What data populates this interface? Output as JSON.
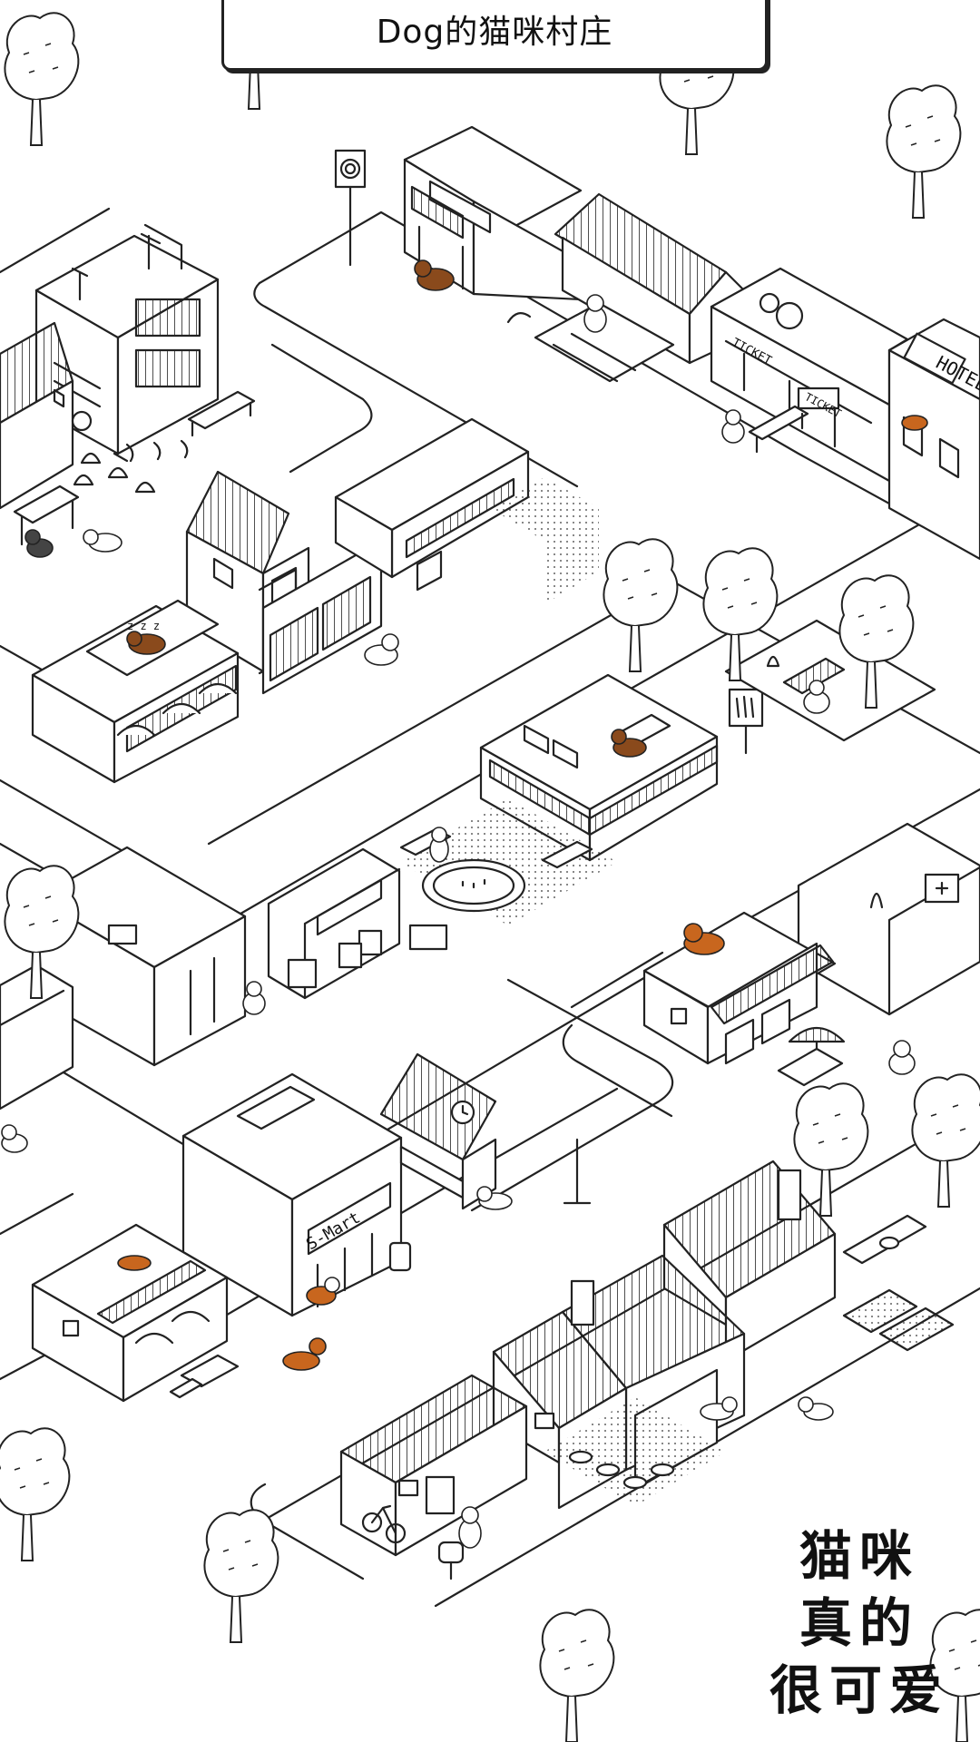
{
  "header": {
    "village_title": "Dog的猫咪村庄"
  },
  "slogan": {
    "line1": "猫咪",
    "line2": "真的",
    "line3": "很可爱"
  },
  "signs": {
    "hotel": "HOTEL",
    "ticket_1": "TICKET",
    "ticket_2": "TICKET",
    "mart": "S-Mart",
    "sleep": "z z z"
  },
  "colors": {
    "line": "#1e1e1e",
    "ground": "#ffffff",
    "cat_orange": "#c8661e",
    "cat_brown": "#8a4a1c"
  }
}
